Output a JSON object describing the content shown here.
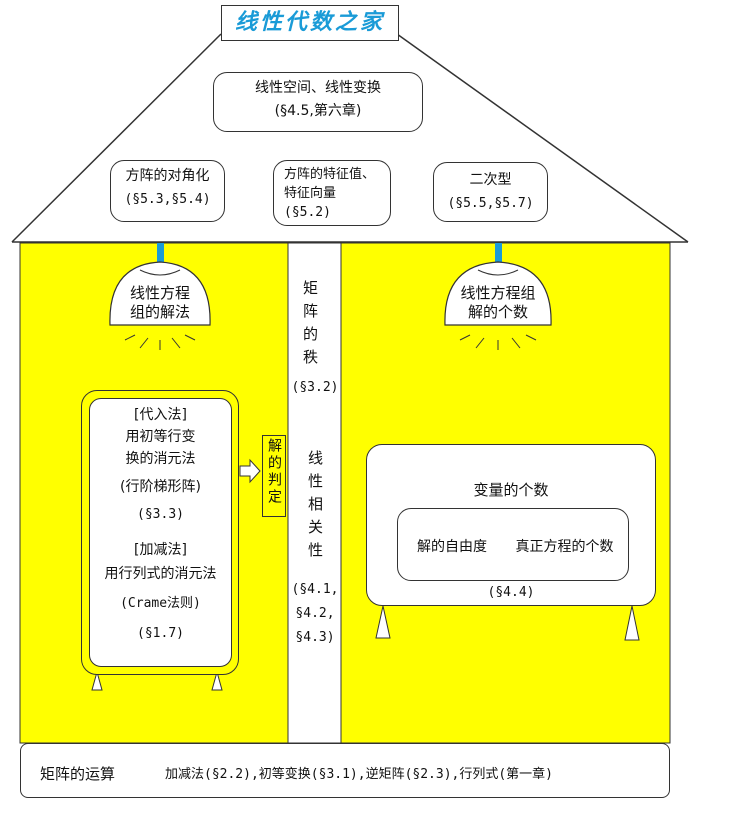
{
  "title": "线性代数之家",
  "roof": {
    "top_box": {
      "line1": "线性空间、线性变换",
      "line2": "(§4.5,第六章)"
    },
    "boxes": [
      {
        "line1": "方阵的对角化",
        "line2": "(§5.3,§5.4)"
      },
      {
        "line1": "方阵的特征值、",
        "line2": "特征向量",
        "line3": "(§5.2)"
      },
      {
        "line1": "二次型",
        "line2": "(§5.5,§5.7)"
      }
    ]
  },
  "left_lamp": {
    "line1": "线性方程",
    "line2": "组的解法"
  },
  "right_lamp": {
    "line1": "线性方程组",
    "line2": "解的个数"
  },
  "column": {
    "rank": "矩阵的秩",
    "rank_ref": "(§3.2)",
    "dependence": "线性相关性",
    "dependence_refs": [
      "(§4.1,",
      "§4.2,",
      "§4.3)"
    ]
  },
  "methods": {
    "sub_title": "[代入法]",
    "sub_line1": "用初等行变",
    "sub_line2": "换的消元法",
    "sub_line3": "(行阶梯形阵)",
    "sub_ref": "(§3.3)",
    "add_title": "[加减法]",
    "add_line1": "用行列式的消元法",
    "add_line2": "(Crame法则)",
    "add_ref": "(§1.7)"
  },
  "judge": "解的判定",
  "variables": {
    "title": "变量的个数",
    "left": "解的自由度",
    "right": "真正方程的个数",
    "ref": "(§4.4)"
  },
  "foundation": {
    "label": "矩阵的运算",
    "text": "加减法(§2.2),初等变换(§3.1),逆矩阵(§2.3),行列式(第一章)"
  },
  "colors": {
    "wall": "#ffff00",
    "title": "#1a9bd7",
    "lamp_cord": "#1a9bd7"
  }
}
